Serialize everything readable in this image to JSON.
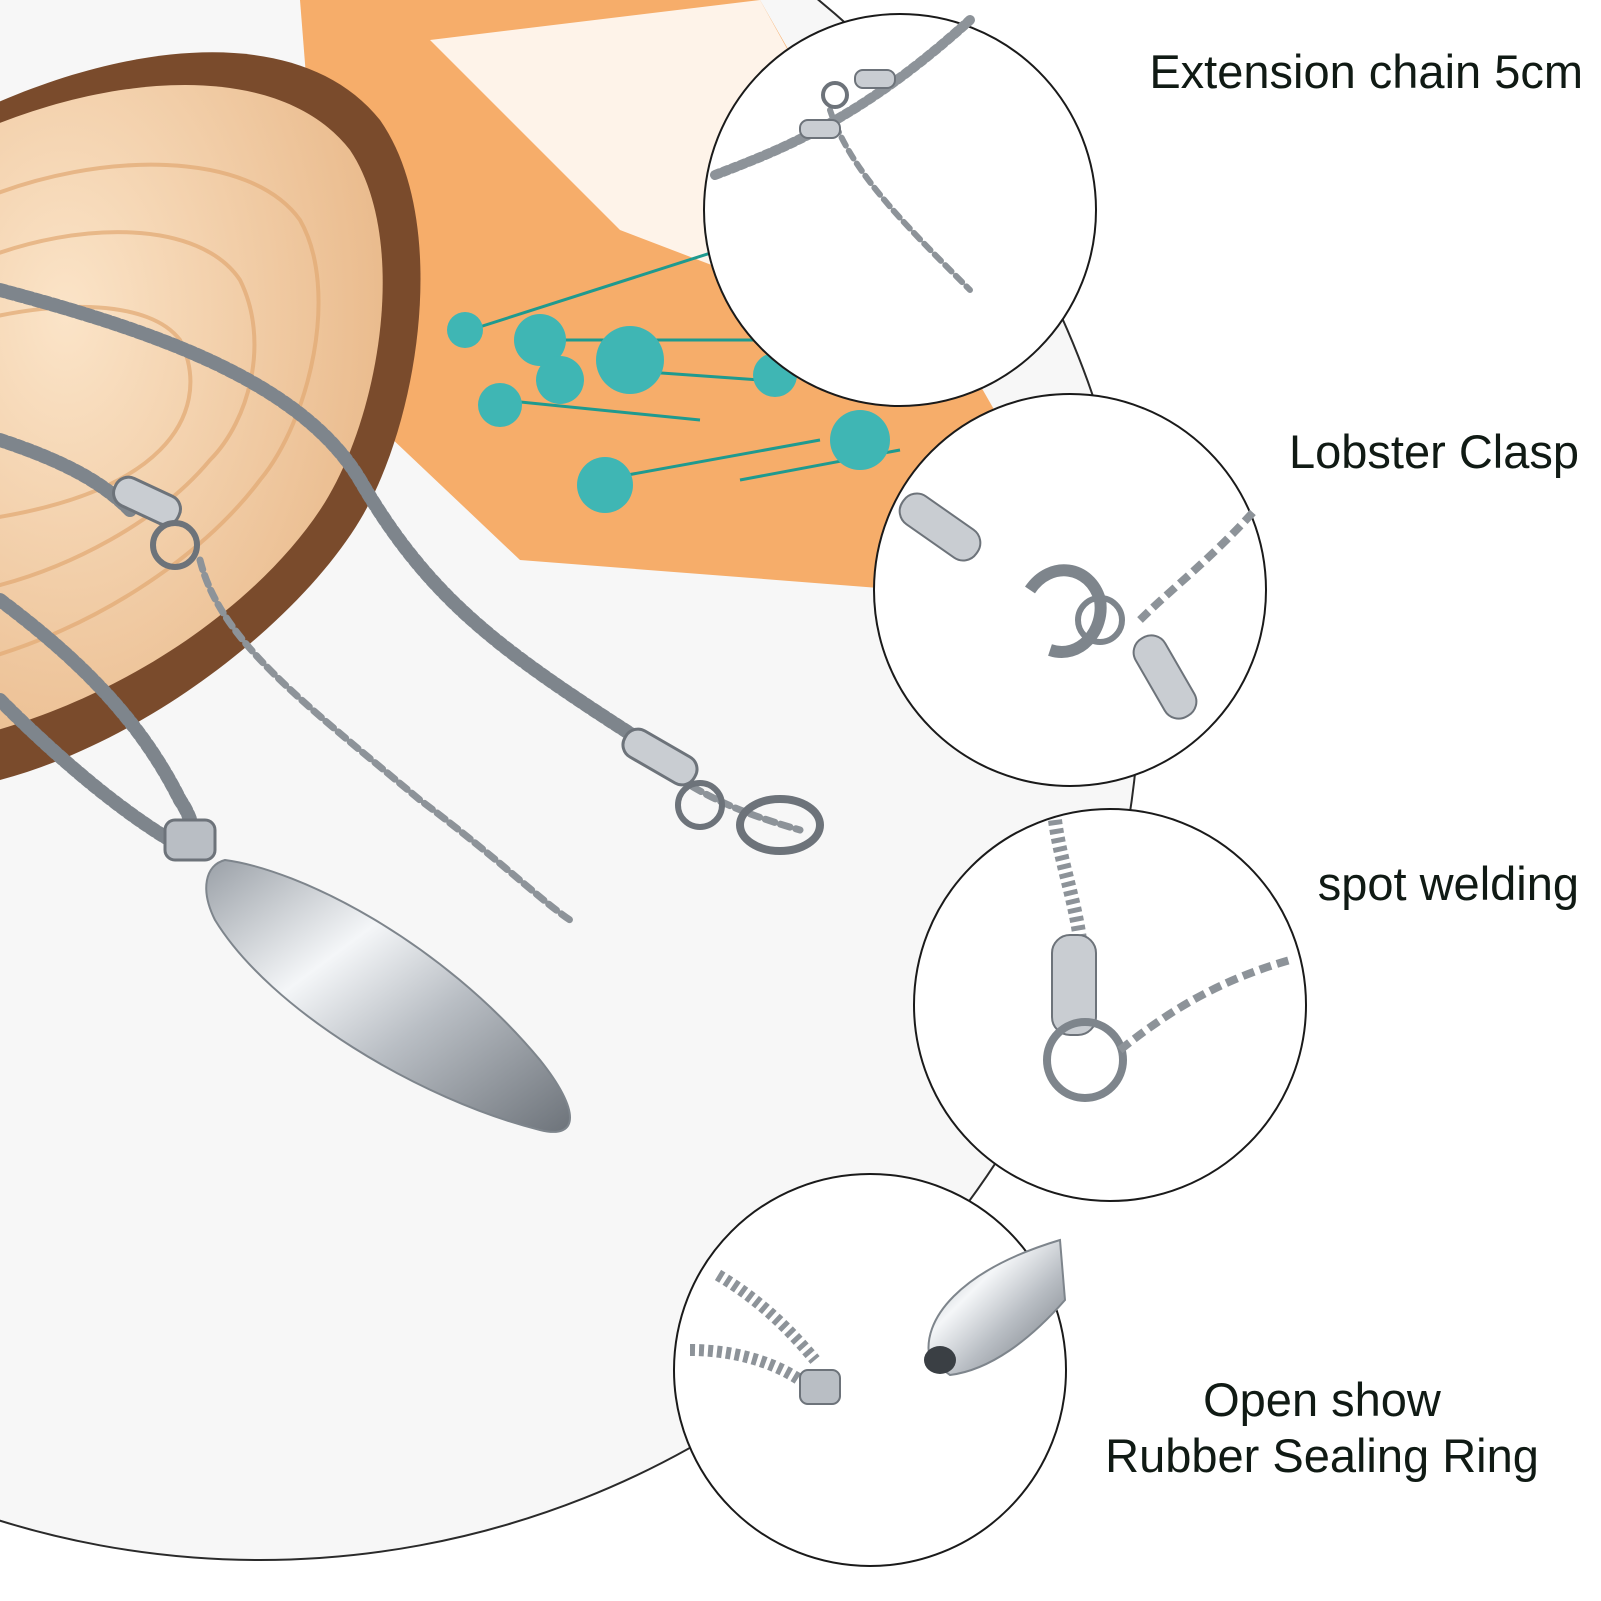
{
  "image": {
    "background": "#ffffff",
    "accent_colors": {
      "wood_light": "#f3d3b0",
      "wood_bark": "#8a5a3a",
      "backdrop_orange": "#f6ad6a",
      "flowers_teal": "#3fb6b4",
      "metal_silver": "#c9cdd2"
    }
  },
  "callouts": [
    {
      "text": "Extension chain 5cm",
      "icon": "extension-chain-detail"
    },
    {
      "text": "Lobster Clasp",
      "icon": "lobster-clasp-detail"
    },
    {
      "text": "spot welding",
      "icon": "spot-welding-detail"
    },
    {
      "lines": [
        "Open show",
        "Rubber Sealing Ring"
      ],
      "icon": "open-pendant-detail"
    }
  ]
}
